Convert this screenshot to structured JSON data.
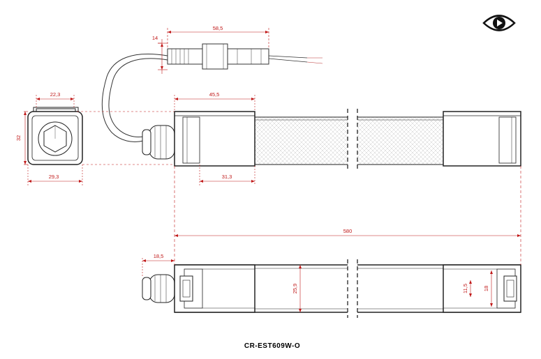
{
  "model_code": "CR-EST609W-O",
  "logo": {
    "icon": "eye-play-icon"
  },
  "dimensions": {
    "cable_gland_width": "14",
    "cable_gland_length": "58,5",
    "profile_top_width": "22,3",
    "profile_height": "32",
    "profile_bottom_width": "29,3",
    "end_cap_length": "45,5",
    "end_cap_inner_length": "31,3",
    "total_length": "580",
    "gland_length_top": "18,5",
    "top_view_width": "25,9",
    "clip_inner_width": "11,5",
    "clip_outer_width": "18"
  },
  "colors": {
    "dimension": "#c01818",
    "outline": "#222222",
    "title": "#000000"
  }
}
